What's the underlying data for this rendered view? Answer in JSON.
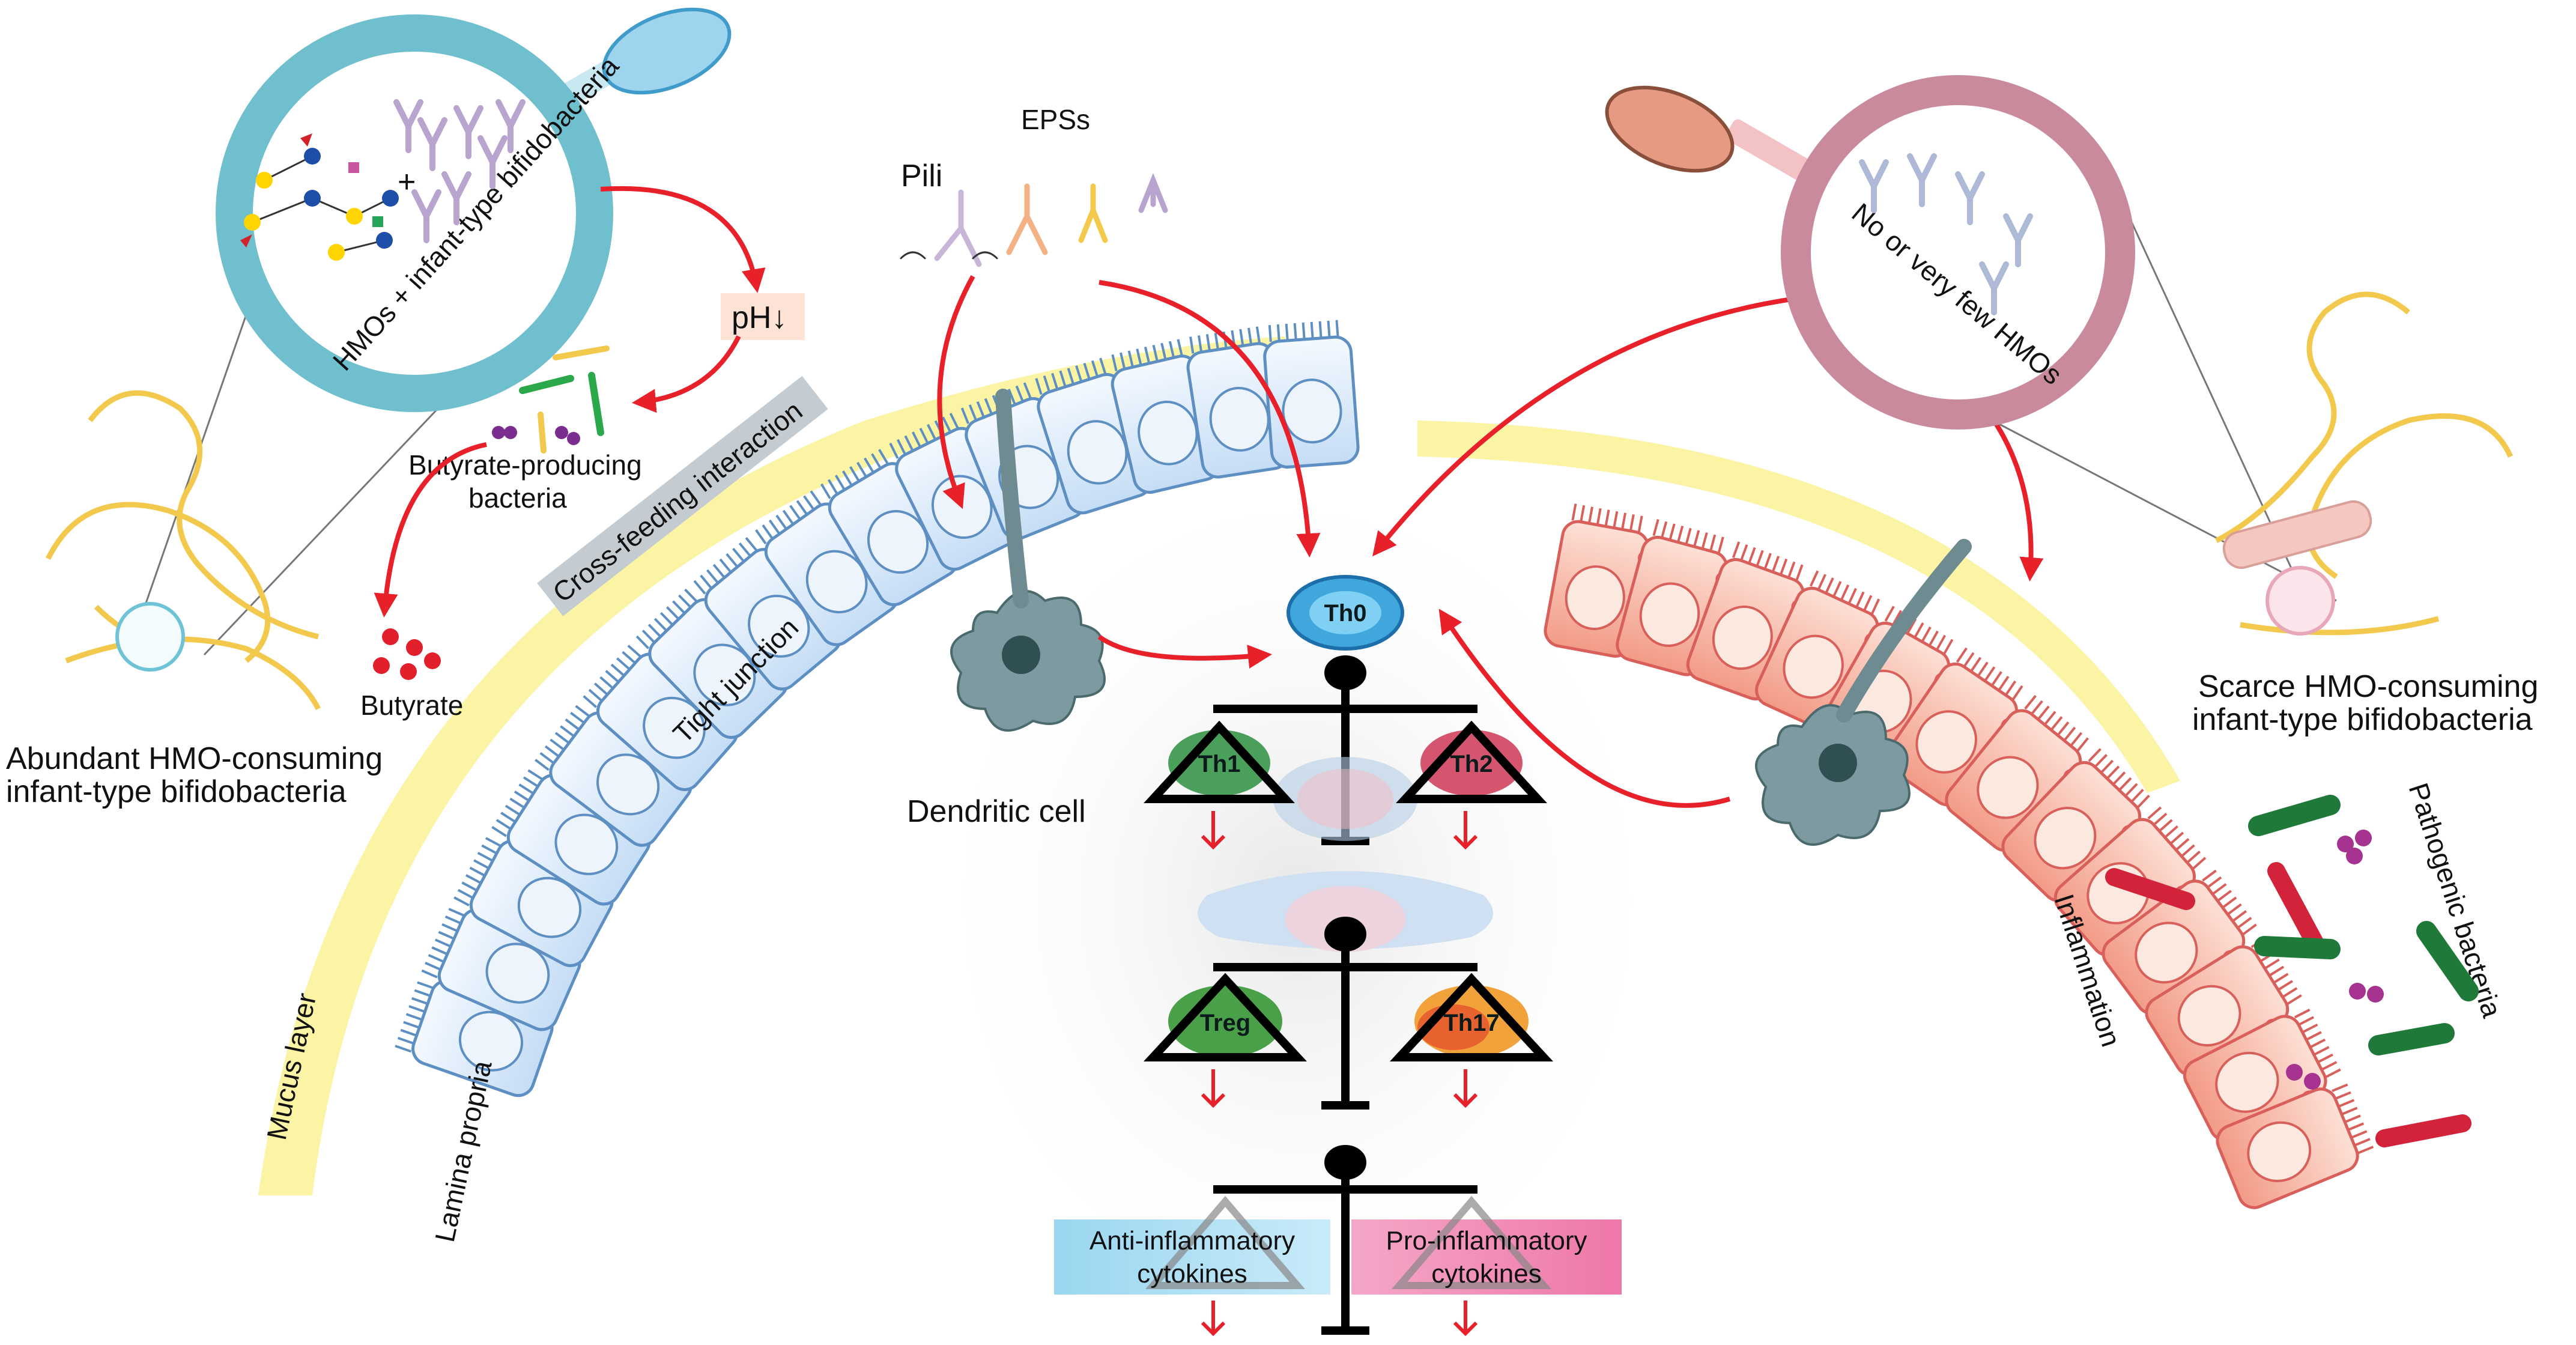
{
  "labels": {
    "hmo_circle": "HMOs + infant-type bifidobacteria",
    "ph": "pH↓",
    "cross_feeding": "Cross-feeding interaction",
    "butyrate_producing_l1": "Butyrate-producing",
    "butyrate_producing_l2": "bacteria",
    "butyrate": "Butyrate",
    "abundant_l1": "Abundant HMO-consuming",
    "abundant_l2": "infant-type bifidobacteria",
    "tight_junction": "Tight junction",
    "mucus_layer": "Mucus layer",
    "lamina_propria": "Lamina propria",
    "epss": "EPSs",
    "pili": "Pili",
    "dendritic_cell": "Dendritic cell",
    "few_hmos": "No or very few HMOs",
    "scarce_l1": "Scarce HMO-consuming",
    "scarce_l2": "infant-type bifidobacteria",
    "inflammation": "Inflammation",
    "pathogenic": "Pathogenic bacteria"
  },
  "cells": {
    "th0": "Th0",
    "th1": "Th1",
    "th2": "Th2",
    "treg": "Treg",
    "th17": "Th17"
  },
  "cytokines": {
    "anti_l1": "Anti-inflammatory",
    "anti_l2": "cytokines",
    "pro_l1": "Pro-inflammatory",
    "pro_l2": "cytokines"
  },
  "colors": {
    "healthy_cell": "#dcecfa",
    "healthy_border": "#5d8fc2",
    "inflamed_cell": "#f6b4a4",
    "inflamed_border": "#d9605a",
    "mucus": "#fbf39a",
    "arrow": "#e8202a",
    "anti_box": "#a6dcf2",
    "pro_box": "#f08cb6",
    "circle_left": "#6fbfcf",
    "circle_right": "#c98a9c"
  }
}
